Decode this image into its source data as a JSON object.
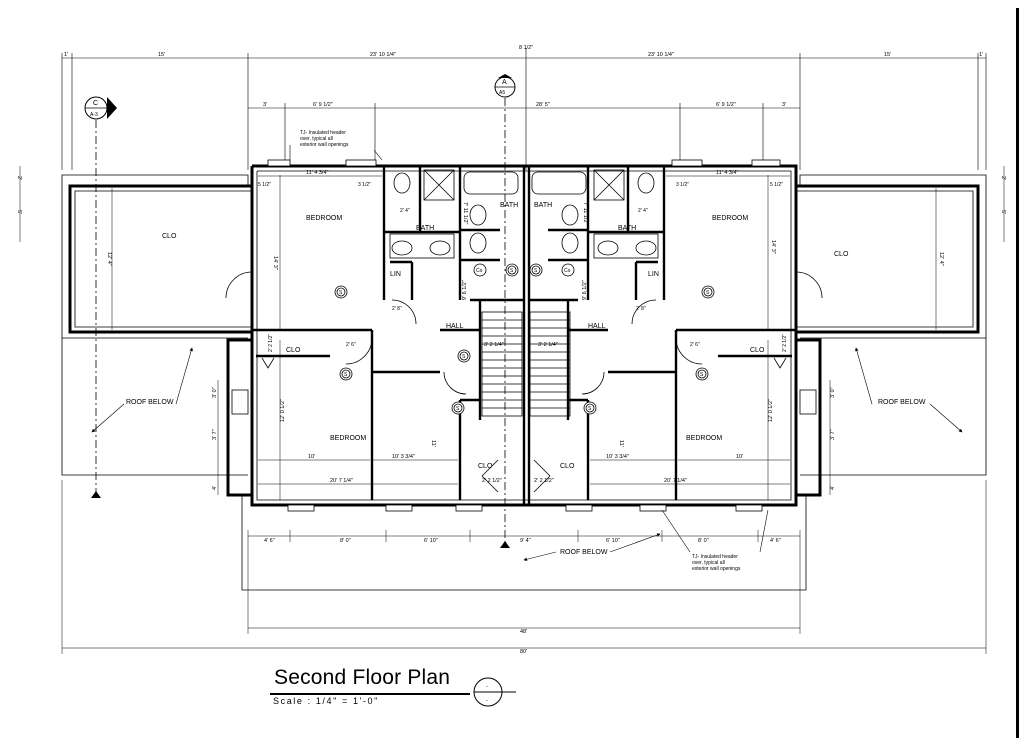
{
  "drawing": {
    "title": "Second Floor Plan",
    "scale": "Scale : 1/4\" = 1'-0\"",
    "view_marker_top": "-",
    "view_marker_bottom": "-"
  },
  "section_markers": {
    "left": {
      "letter": "C",
      "sheet": "A-3"
    },
    "center": {
      "letter": "A",
      "sheet": "A5"
    }
  },
  "rooms": {
    "left_clo": "CLO",
    "left_bedroom_top": "BEDROOM",
    "left_bath": "BATH",
    "left_bath_2": "BATH",
    "left_lin": "LIN",
    "left_hall": "HALL",
    "left_clo_small": "CLO",
    "left_bedroom_bottom": "BEDROOM",
    "left_clo_stair": "CLO",
    "left_roof_below": "ROOF BELOW",
    "right_bath": "BATH",
    "right_bath_2": "BATH",
    "right_bedroom_top": "BEDROOM",
    "right_clo": "CLO",
    "right_lin": "LIN",
    "right_hall": "HALL",
    "right_clo_small": "CLO",
    "right_bedroom_bottom": "BEDROOM",
    "right_clo_stair": "CLO",
    "right_roof_below": "ROOF BELOW",
    "front_roof_below": "ROOF BELOW"
  },
  "notes": {
    "header_top_line1": "TJ- Insulated header",
    "header_top_line2": "over, typical all",
    "header_top_line3": "exterior wall openings",
    "header_bottom_line1": "TJ- Insulated header",
    "header_bottom_line2": "over, typical all",
    "header_bottom_line3": "exterior wall openings",
    "smoke": "S",
    "co": "Co"
  },
  "dimensions": {
    "top_1": "1'",
    "top_15_left": "15'",
    "top_23_left": "23' 10 1/4\"",
    "top_8_center": "8 1/2\"",
    "top_23_right": "23' 10 1/4\"",
    "top_15_right": "15'",
    "top_1_right": "1'",
    "second_3_left": "3'",
    "second_6_left": "6' 9 1/2\"",
    "second_28": "28' 5\"",
    "second_6_right": "6' 9 1/2\"",
    "second_3_right": "3'",
    "bed_left_width": "11' 4 3/4\"",
    "bed_right_width": "11' 4 3/4\"",
    "bed_left_depth": "14' 3\"",
    "bed_right_depth": "14' 3\"",
    "clo_left_depth": "12' 4\"",
    "clo_right_depth": "12' 4\"",
    "bath_left": "7' 11 1/2\"",
    "bath_right": "7' 11 1/2\"",
    "bed_bottom_left_depth": "12' 0 1/2\"",
    "bed_bottom_right_depth": "12' 0 1/2\"",
    "bottom_10_left": "10'",
    "bottom_10b_left": "10' 3 3/4\"",
    "bottom_10b_right": "10' 3 3/4\"",
    "bottom_10_right": "10'",
    "bottom_20_left": "20' 7 1/4\"",
    "bottom_20_right": "20' 7 1/4\"",
    "bottom_2_left": "2' 2 1/2\"",
    "bottom_2_right": "2' 2 1/2\"",
    "foot_4_left": "4' 6\"",
    "foot_8_left": "8' 0\"",
    "foot_6_left": "6' 10\"",
    "foot_9": "9' 4\"",
    "foot_6_right": "6' 10\"",
    "foot_8_right": "8' 0\"",
    "foot_4_right": "4' 6\"",
    "overall_48": "48'",
    "overall_80": "80'",
    "stair_left": "3' 2 1/4\"",
    "stair_right": "3' 2 1/4\"",
    "hall_left": "9' 6 1/2\"",
    "hall_right": "9' 6 1/2\"",
    "side_2": "2'",
    "side_5": "5'",
    "side_3": "3' 0\"",
    "side_3b": "3' 7\"",
    "side_4": "4'",
    "half_inch": "5 1/2\"",
    "wall": "3 1/2\"",
    "door_24": "2' 4\"",
    "door_26": "2' 6\"",
    "door_28": "2' 8\"",
    "closet_22": "2' 2 1/2\"",
    "eleven": "11'"
  }
}
